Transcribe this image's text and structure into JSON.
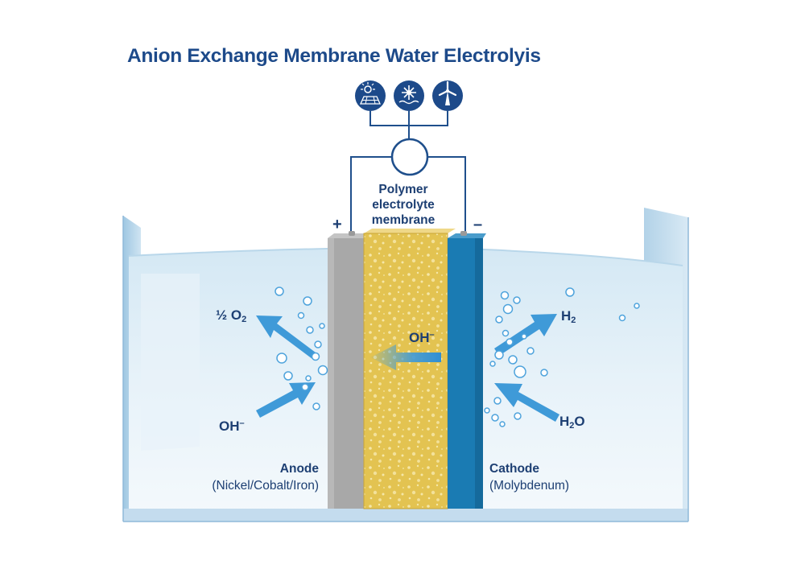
{
  "title": "Anion Exchange Membrane Water Electrolyis",
  "power_sources": [
    {
      "icon": "solar-panel-icon"
    },
    {
      "icon": "hydro-turbine-icon"
    },
    {
      "icon": "wind-turbine-icon"
    }
  ],
  "membrane": {
    "line1": "Polymer",
    "line2": "electrolyte",
    "line3": "membrane"
  },
  "terminals": {
    "positive": "+",
    "negative": "–"
  },
  "anode": {
    "name": "Anode",
    "material": "(Nickel/Cobalt/Iron)",
    "product": {
      "text": "½ O",
      "sub": "2"
    },
    "reactant": {
      "text": "OH",
      "sup": "–"
    }
  },
  "cathode": {
    "name": "Cathode",
    "material": "(Molybdenum)",
    "product": {
      "text": "H",
      "sub": "2"
    },
    "reactant": {
      "text": "H",
      "sub": "2",
      "tail": "O"
    }
  },
  "ion_transport": {
    "text": "OH",
    "sup": "–"
  },
  "colors": {
    "title": "#1d4a8a",
    "icon_circle": "#1d4a8a",
    "anode": "#a6a6a6",
    "cathode": "#1a7bb3",
    "membrane": "#e2c04f",
    "water": "#dcecf6",
    "arrow": "#3f9ad8",
    "wire": "#1f4f8c"
  }
}
